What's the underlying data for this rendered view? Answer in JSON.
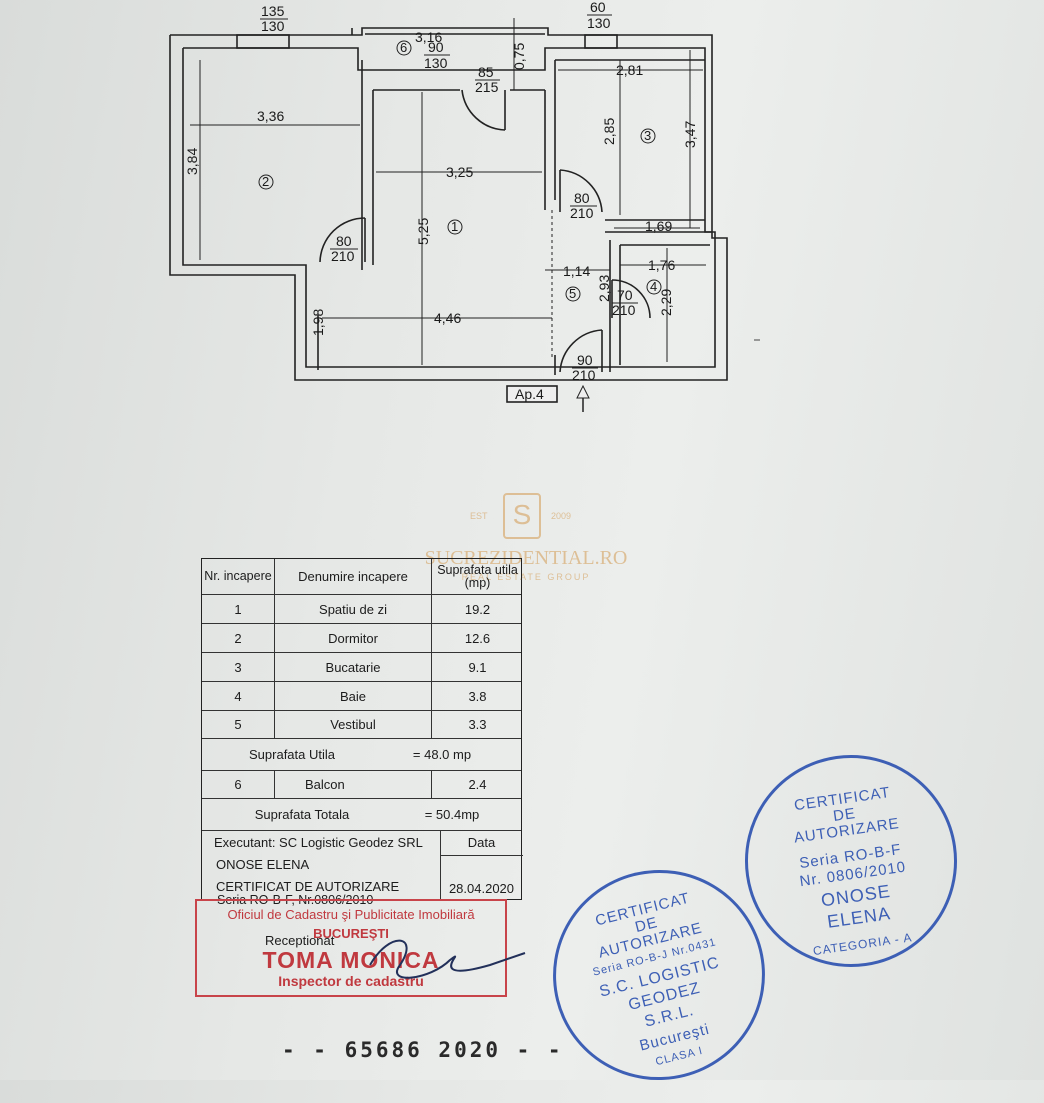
{
  "floor_plan": {
    "dimensions": {
      "top_left_window": [
        "135",
        "130"
      ],
      "balcony_width": "3,16",
      "balcony_door": [
        "90",
        "130"
      ],
      "balcony_depth": "0,75",
      "main_door_top": [
        "85",
        "215"
      ],
      "top_right_window": [
        "60",
        "130"
      ],
      "bedroom_width": "3,36",
      "bedroom_height": "3,84",
      "living_width_top": "3,25",
      "living_height": "5,25",
      "living_width_bottom": "4,46",
      "living_lower_height": "1,98",
      "bedroom_door": [
        "80",
        "210"
      ],
      "kitchen_width": "2,81",
      "kitchen_height_inner": "2,85",
      "kitchen_height": "3,47",
      "kitchen_width_bottom": "1,69",
      "kitchen_door": [
        "80",
        "210"
      ],
      "hall_width": "1,14",
      "hall_height": "2,93",
      "bath_width": "1,76",
      "bath_height": "2,29",
      "bath_door": [
        "70",
        "210"
      ],
      "entrance_door": [
        "90",
        "210"
      ]
    },
    "room_numbers": [
      "1",
      "2",
      "3",
      "4",
      "5",
      "6"
    ],
    "apartment_label": "Ap.4"
  },
  "watermark": {
    "left_small": "EST",
    "right_small": "2009",
    "brand": "SUCREZIDENTIAL.RO",
    "sub": "REAL ESTATE GROUP"
  },
  "table": {
    "header": {
      "nr": "Nr. incapere",
      "name": "Denumire incapere",
      "area": "Suprafata utila (mp)"
    },
    "rooms": [
      {
        "nr": "1",
        "name": "Spatiu de zi",
        "area": "19.2"
      },
      {
        "nr": "2",
        "name": "Dormitor",
        "area": "12.6"
      },
      {
        "nr": "3",
        "name": "Bucatarie",
        "area": "9.1"
      },
      {
        "nr": "4",
        "name": "Baie",
        "area": "3.8"
      },
      {
        "nr": "5",
        "name": "Vestibul",
        "area": "3.3"
      }
    ],
    "useful_label": "Suprafata Utila",
    "useful_value": "= 48.0 mp",
    "balcony": {
      "nr": "6",
      "name": "Balcon",
      "area": "2.4"
    },
    "total_label": "Suprafata Totala",
    "total_value": "= 50.4mp",
    "executant": "Executant: SC Logistic Geodez SRL",
    "data_label": "Data",
    "person": "ONOSE ELENA",
    "certificate": "CERTIFICAT DE AUTORIZARE",
    "series": "Seria RO-B-F, Nr.0806/2010",
    "date": "28.04.2020",
    "receptionat": "Receptionat"
  },
  "stamp_red": {
    "line1": "Oficiul de Cadastru şi Publicitate Imobiliară",
    "line2": "BUCUREŞTI",
    "line3": "TOMA MONICA",
    "line4": "Inspector de cadastru"
  },
  "stamp_blue_right": {
    "line1": "CERTIFICAT",
    "line2": "DE",
    "line3": "AUTORIZARE",
    "line4": "Seria RO-B-F",
    "line5": "Nr. 0806/2010",
    "line6": "ONOSE",
    "line7": "ELENA",
    "bottom": "CATEGORIA - A"
  },
  "stamp_blue_left": {
    "line1": "CERTIFICAT",
    "line2": "DE",
    "line3": "AUTORIZARE",
    "line4": "Seria RO-B-J Nr.0431",
    "line5": "S.C. LOGISTIC",
    "line6": "GEODEZ",
    "line7": "S.R.L.",
    "line8": "Bucureşti",
    "bottom": "CLASA I"
  },
  "footer_number": "- - 65686 2020 - -"
}
